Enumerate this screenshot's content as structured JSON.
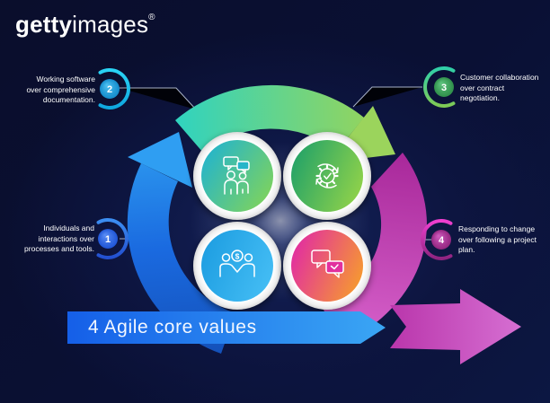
{
  "brand": {
    "name_bold": "getty",
    "name_light": "images",
    "registered_mark": "®"
  },
  "banner": {
    "title": "4 Agile core values"
  },
  "agile_values": [
    {
      "number": "1",
      "label": "Individuals and interactions over processes and tools.",
      "accent_color": "#2a63e0"
    },
    {
      "number": "2",
      "label": "Working software over comprehensive documentation.",
      "accent_color": "#1a9de4"
    },
    {
      "number": "3",
      "label": "Customer collaboration over contract negotiation.",
      "accent_color": "#3ba05c"
    },
    {
      "number": "4",
      "label": "Responding to change over following a project plan.",
      "accent_color": "#b13a9e"
    }
  ],
  "medallions": [
    {
      "position": "top-left",
      "icon": "people-conversation-icon",
      "gradient": [
        "#26b5c9",
        "#7fd35c"
      ]
    },
    {
      "position": "top-right",
      "icon": "gear-sync-check-icon",
      "gradient": [
        "#29a566",
        "#90d24a"
      ]
    },
    {
      "position": "bottom-left",
      "icon": "money-negotiation-icon",
      "gradient": [
        "#1f9fe2",
        "#44bdf4"
      ]
    },
    {
      "position": "bottom-right",
      "icon": "chat-bubbles-icon",
      "gradient": [
        "#e2309e",
        "#f69a30"
      ]
    }
  ],
  "cycle_colors": {
    "top_arc": [
      "#2fd3c0",
      "#97d45a"
    ],
    "left_arc": [
      "#1a5fd4",
      "#2e9df0"
    ],
    "right_arc": [
      "#a8289a",
      "#d863cc"
    ],
    "banner_arrow": [
      "#155fe8",
      "#3aa6f4"
    ],
    "background": "#0a1034"
  }
}
